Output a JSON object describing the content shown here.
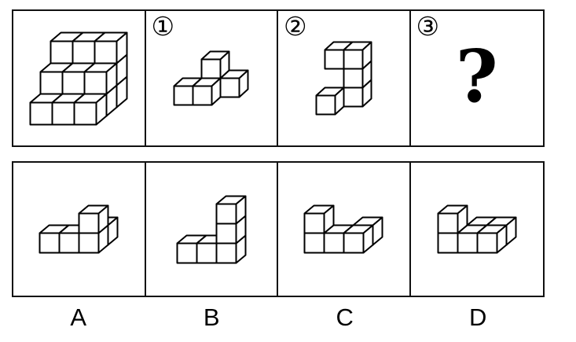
{
  "colors": {
    "line": "#000000",
    "fill": "#ffffff",
    "background": "#ffffff"
  },
  "panels": {
    "top": [
      {
        "label": "",
        "figure": "stimulus"
      },
      {
        "label": "①",
        "figure": "piece1"
      },
      {
        "label": "②",
        "figure": "piece2"
      },
      {
        "label": "③",
        "question_mark": "?"
      }
    ],
    "letters": [
      "A",
      "B",
      "C",
      "D"
    ]
  },
  "figures": {
    "stimulus": {
      "description": "cube-staircase",
      "cubes": [
        [
          0,
          0,
          0
        ],
        [
          1,
          0,
          0
        ],
        [
          2,
          0,
          0
        ],
        [
          0,
          1,
          0
        ],
        [
          1,
          1,
          0
        ],
        [
          2,
          1,
          0
        ],
        [
          0,
          1,
          1
        ],
        [
          1,
          1,
          1
        ],
        [
          2,
          1,
          1
        ],
        [
          0,
          2,
          0
        ],
        [
          1,
          2,
          0
        ],
        [
          2,
          2,
          0
        ],
        [
          0,
          2,
          1
        ],
        [
          1,
          2,
          1
        ],
        [
          2,
          2,
          1
        ],
        [
          0,
          2,
          2
        ],
        [
          1,
          2,
          2
        ],
        [
          2,
          2,
          2
        ]
      ]
    },
    "piece1": {
      "description": "piece-one",
      "cubes": [
        [
          0,
          0,
          0
        ],
        [
          1,
          0,
          0
        ],
        [
          1,
          1,
          0
        ],
        [
          2,
          1,
          0
        ],
        [
          1,
          1,
          1
        ]
      ]
    },
    "piece2": {
      "description": "piece-two",
      "cubes": [
        [
          0,
          1,
          2
        ],
        [
          1,
          1,
          2
        ],
        [
          1,
          1,
          1
        ],
        [
          1,
          1,
          0
        ],
        [
          0,
          0,
          0
        ]
      ]
    },
    "optionA": {
      "description": "option-a",
      "cubes": [
        [
          0,
          0,
          0
        ],
        [
          1,
          0,
          0
        ],
        [
          2,
          0,
          0
        ],
        [
          2,
          1,
          0
        ],
        [
          2,
          0,
          1
        ]
      ]
    },
    "optionB": {
      "description": "option-b",
      "cubes": [
        [
          0,
          0,
          0
        ],
        [
          1,
          0,
          0
        ],
        [
          2,
          0,
          0
        ],
        [
          2,
          0,
          1
        ],
        [
          2,
          0,
          2
        ]
      ]
    },
    "optionC": {
      "description": "option-c",
      "cubes": [
        [
          0,
          0,
          0
        ],
        [
          1,
          0,
          0
        ],
        [
          2,
          0,
          0
        ],
        [
          2,
          1,
          0
        ],
        [
          0,
          0,
          1
        ]
      ]
    },
    "optionD": {
      "description": "option-d",
      "cubes": [
        [
          0,
          0,
          0
        ],
        [
          0,
          0,
          1
        ],
        [
          1,
          0,
          0
        ],
        [
          2,
          0,
          0
        ],
        [
          2,
          1,
          0
        ],
        [
          1,
          1,
          0
        ]
      ]
    }
  }
}
